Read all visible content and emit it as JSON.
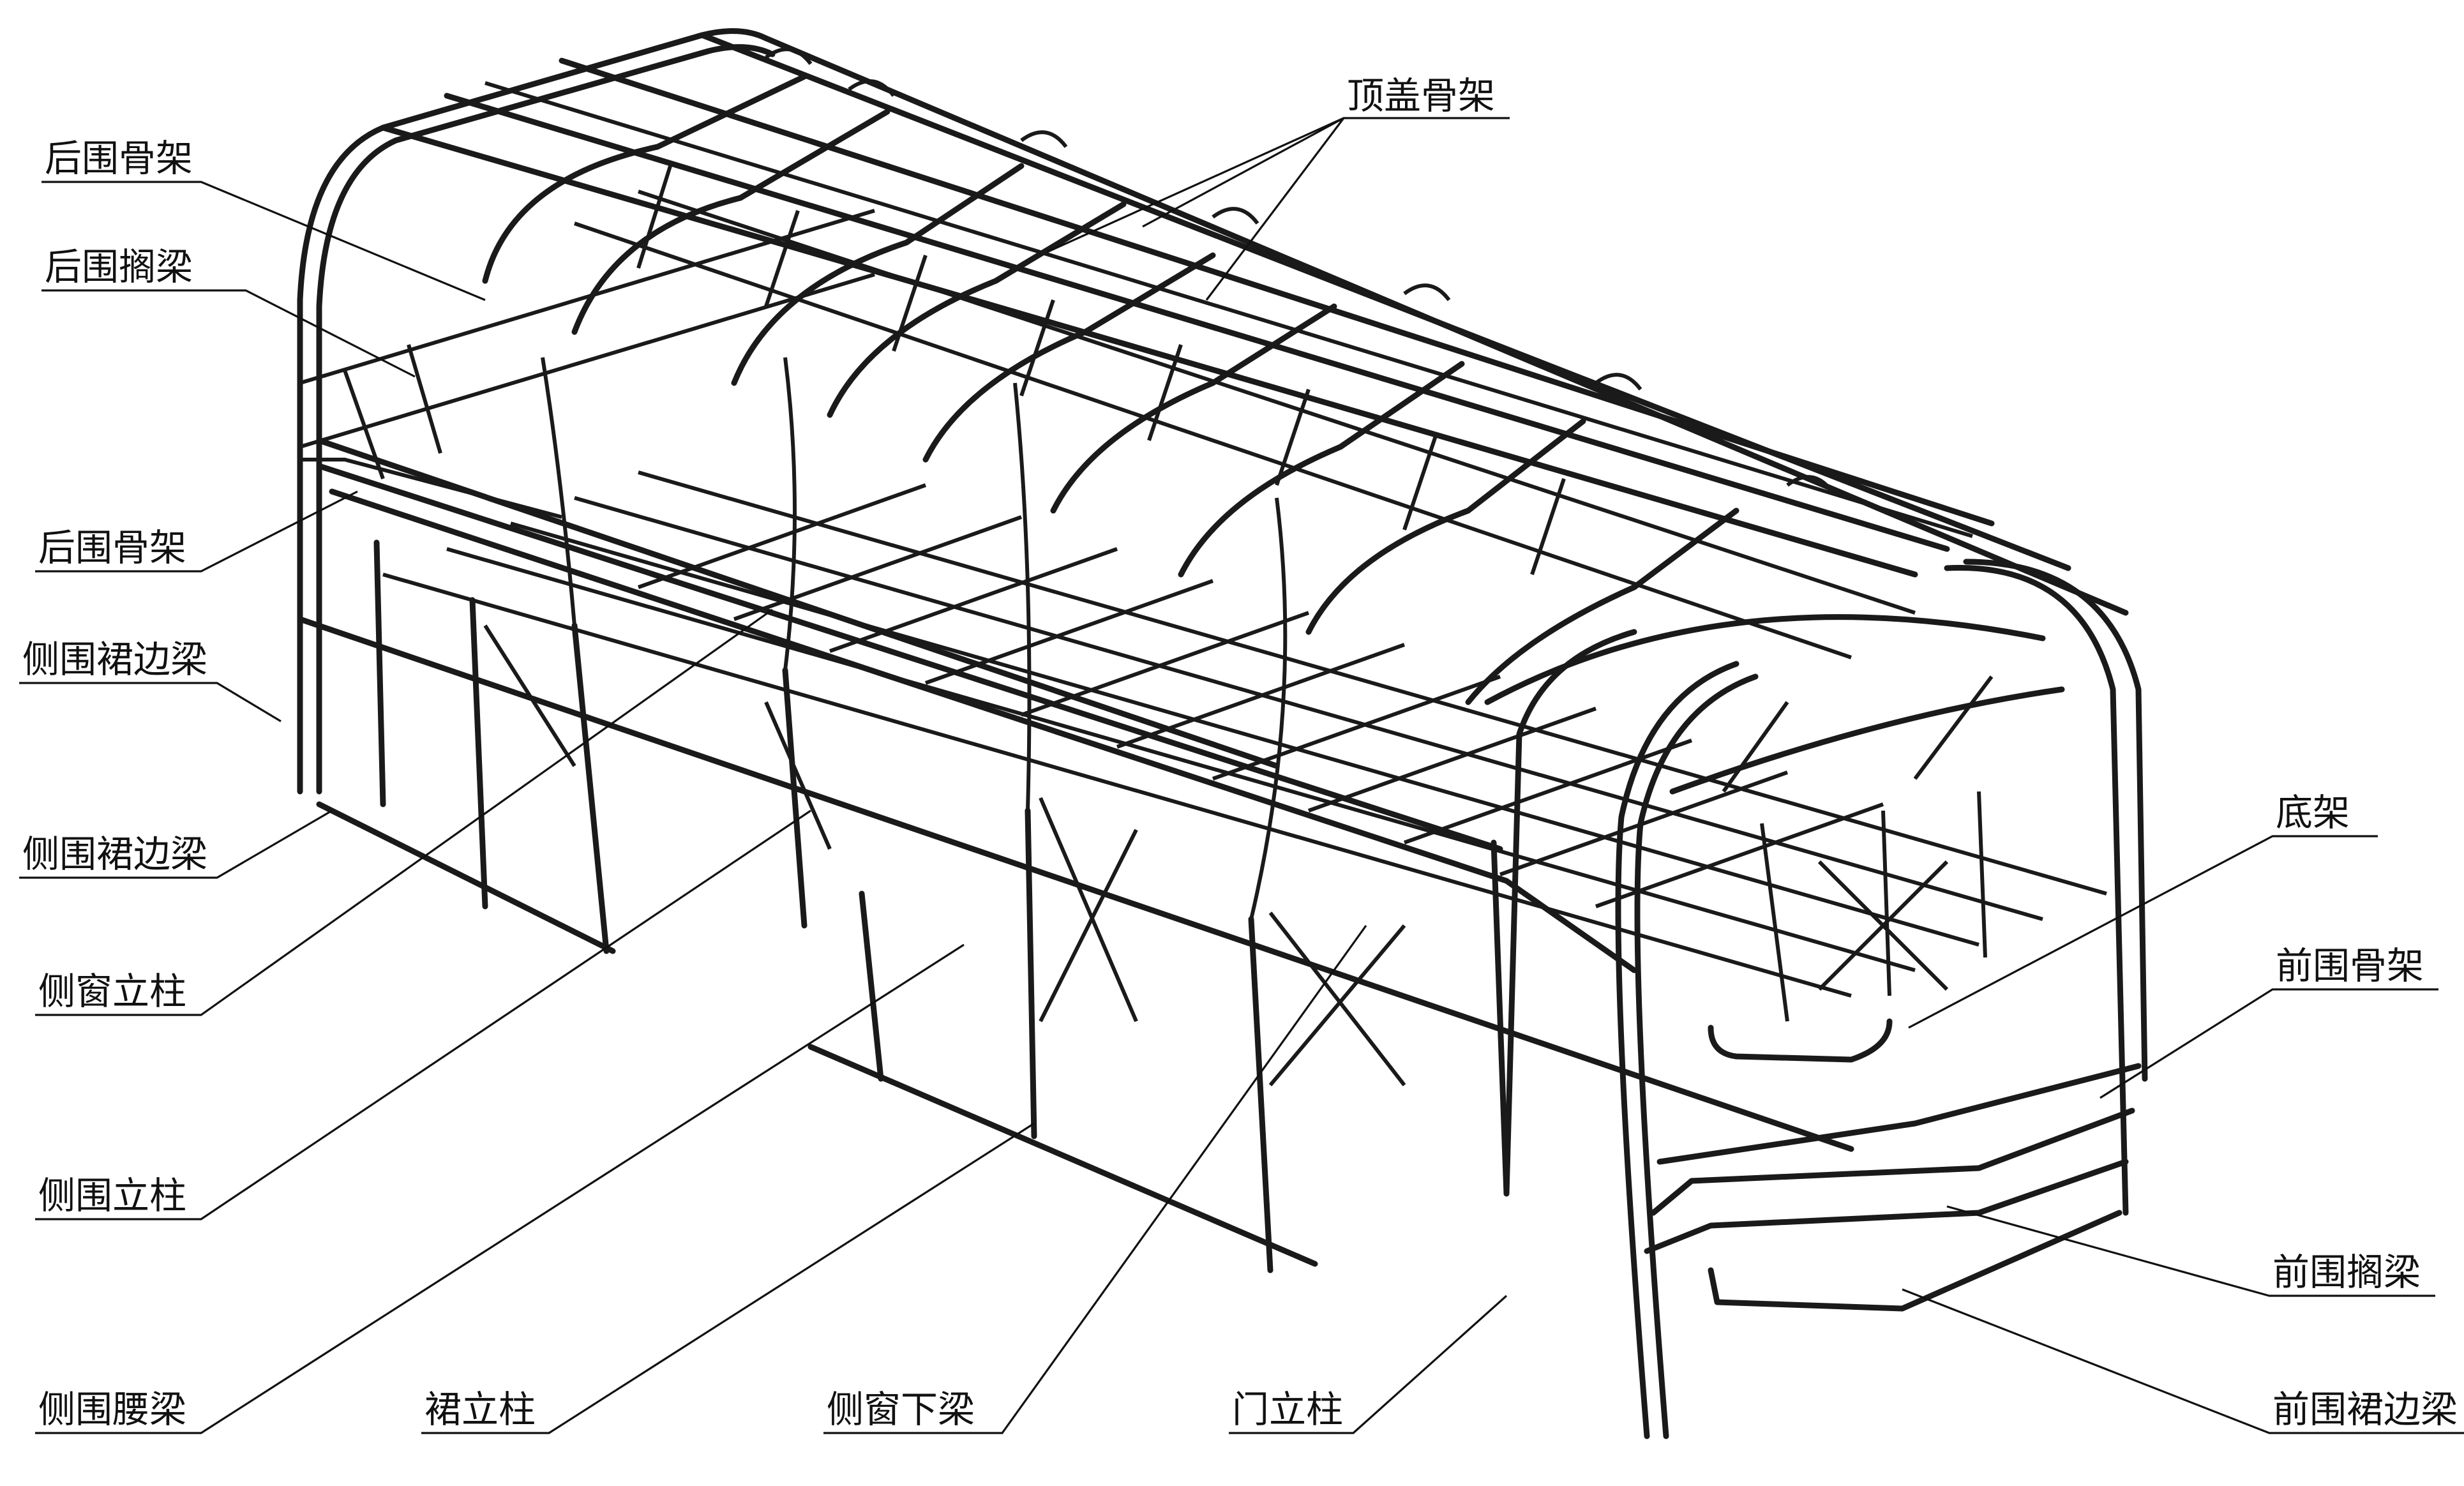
{
  "labels": {
    "roof_frame": "顶盖骨架",
    "rear_frame_top": "后围骨架",
    "rear_crossbeam": "后围搁梁",
    "rear_frame_mid": "后围骨架",
    "side_skirt_edge_beam_1": "侧围裙边梁",
    "side_skirt_edge_beam_2": "侧围裙边梁",
    "side_window_post": "侧窗立柱",
    "side_post": "侧围立柱",
    "side_waist_beam": "侧围腰梁",
    "skirt_post": "裙立柱",
    "side_window_lower_beam": "侧窗下梁",
    "door_post": "门立柱",
    "chassis": "底架",
    "front_frame": "前围骨架",
    "front_crossbeam": "前围搁梁",
    "front_skirt_edge_beam": "前围裙边梁"
  },
  "colors": {
    "line": "#1a1a1a",
    "background": "#ffffff"
  }
}
